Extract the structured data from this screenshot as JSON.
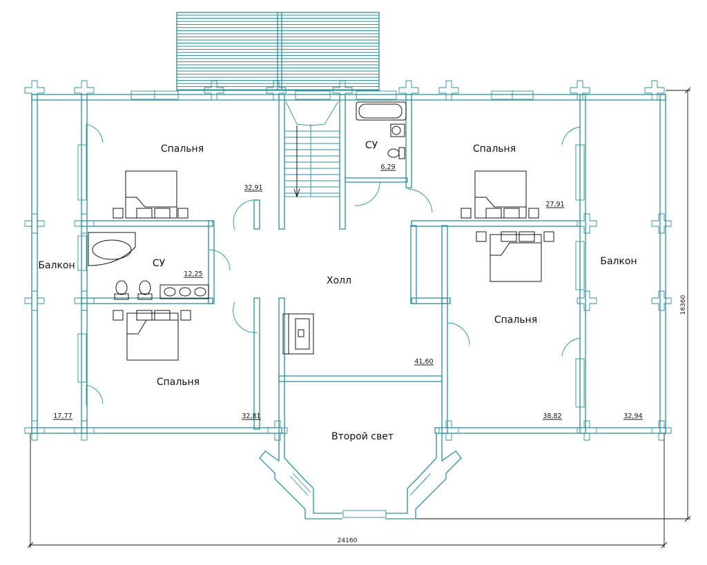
{
  "rooms": {
    "bedroom_top_left": {
      "label": "Спальня",
      "area": "32,91"
    },
    "bedroom_top_right": {
      "label": "Спальня",
      "area": "27,91"
    },
    "bedroom_bottom_left": {
      "label": "Спальня",
      "area": "32,81"
    },
    "bedroom_right": {
      "label": "Спальня",
      "area": "38,82"
    },
    "bath_top": {
      "label": "СУ",
      "area": "6,29"
    },
    "bath_left": {
      "label": "СУ",
      "area": "12,25"
    },
    "hall": {
      "label": "Холл",
      "area": "41,60"
    },
    "balcony_left": {
      "label": "Балкон",
      "area": "17,77"
    },
    "balcony_right": {
      "label": "Балкон",
      "area": "32,94"
    },
    "second_light": {
      "label": "Второй свет"
    }
  },
  "dimensions": {
    "width": "24160",
    "height": "16360"
  },
  "colors": {
    "walls": "#2a8f9a",
    "furniture": "#111111"
  }
}
